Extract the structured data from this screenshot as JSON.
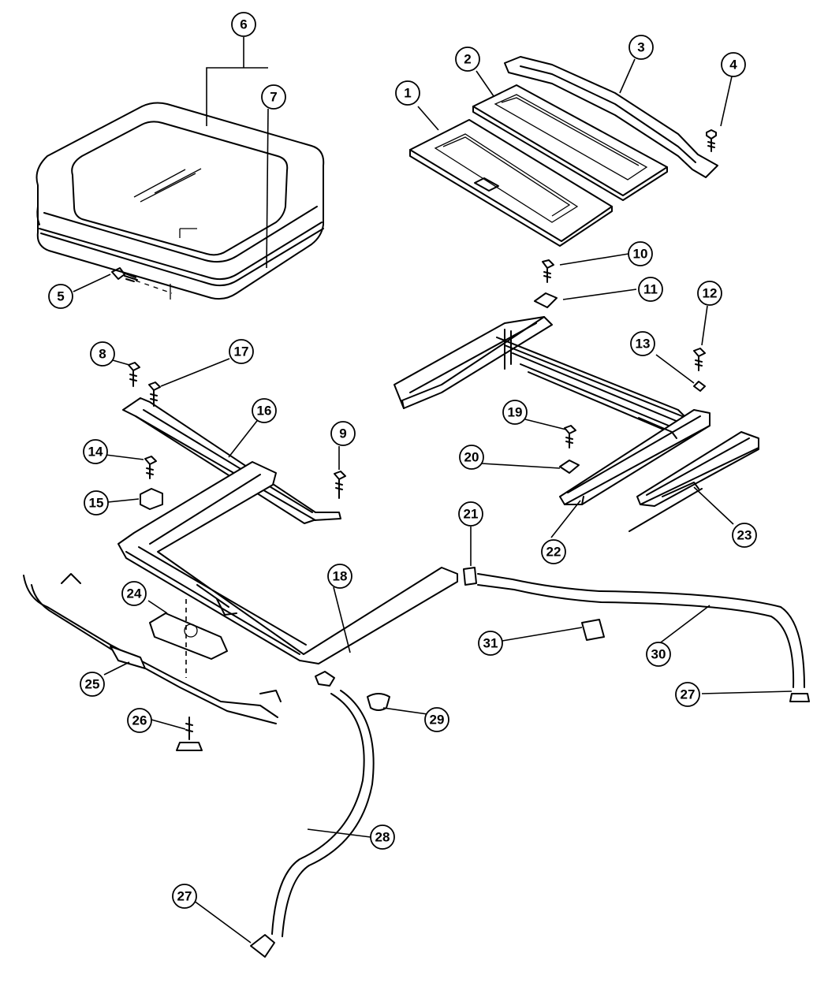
{
  "callouts": {
    "c1": "1",
    "c2": "2",
    "c3": "3",
    "c4": "4",
    "c5": "5",
    "c6": "6",
    "c7": "7",
    "c8": "8",
    "c9": "9",
    "c10": "10",
    "c11": "11",
    "c12": "12",
    "c13": "13",
    "c14": "14",
    "c15": "15",
    "c16": "16",
    "c17": "17",
    "c18": "18",
    "c19": "19",
    "c20": "20",
    "c21": "21",
    "c22": "22",
    "c23": "23",
    "c24": "24",
    "c25": "25",
    "c26": "26",
    "c27a": "27",
    "c27b": "27",
    "c28": "28",
    "c29": "29",
    "c30": "30",
    "c31": "31"
  }
}
